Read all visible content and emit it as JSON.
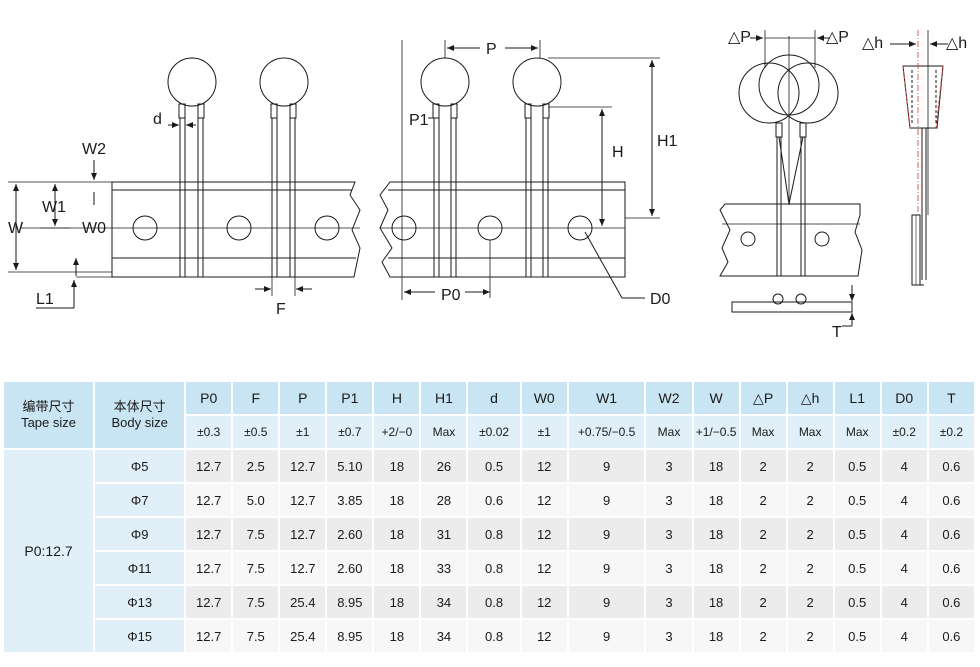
{
  "diagram_labels": {
    "d": "d",
    "W2": "W2",
    "W1": "W1",
    "W": "W",
    "W0": "W0",
    "L1": "L1",
    "F": "F",
    "P": "P",
    "P1": "P1",
    "H": "H",
    "H1": "H1",
    "P0": "P0",
    "D0": "D0",
    "deltaP": "△P",
    "deltah": "△h",
    "T": "T"
  },
  "table": {
    "tape_size_cn": "编带尺寸",
    "tape_size_en": "Tape size",
    "body_size_cn": "本体尺寸",
    "body_size_en": "Body size",
    "params": [
      {
        "name": "P0",
        "tol": "±0.3"
      },
      {
        "name": "F",
        "tol": "±0.5"
      },
      {
        "name": "P",
        "tol": "±1"
      },
      {
        "name": "P1",
        "tol": "±0.7"
      },
      {
        "name": "H",
        "tol": "+2/−0"
      },
      {
        "name": "H1",
        "tol": "Max"
      },
      {
        "name": "d",
        "tol": "±0.02"
      },
      {
        "name": "W0",
        "tol": "±1"
      },
      {
        "name": "W1",
        "tol": "+0.75/−0.5"
      },
      {
        "name": "W2",
        "tol": "Max"
      },
      {
        "name": "W",
        "tol": "+1/−0.5"
      },
      {
        "name": "△P",
        "tol": "Max"
      },
      {
        "name": "△h",
        "tol": "Max"
      },
      {
        "name": "L1",
        "tol": "Max"
      },
      {
        "name": "D0",
        "tol": "±0.2"
      },
      {
        "name": "T",
        "tol": "±0.2"
      }
    ],
    "tape_group": "P0:12.7",
    "rows": [
      {
        "body": "Φ5",
        "values": [
          "12.7",
          "2.5",
          "12.7",
          "5.10",
          "18",
          "26",
          "0.5",
          "12",
          "9",
          "3",
          "18",
          "2",
          "2",
          "0.5",
          "4",
          "0.6"
        ]
      },
      {
        "body": "Φ7",
        "values": [
          "12.7",
          "5.0",
          "12.7",
          "3.85",
          "18",
          "28",
          "0.6",
          "12",
          "9",
          "3",
          "18",
          "2",
          "2",
          "0.5",
          "4",
          "0.6"
        ]
      },
      {
        "body": "Φ9",
        "values": [
          "12.7",
          "7.5",
          "12.7",
          "2.60",
          "18",
          "31",
          "0.8",
          "12",
          "9",
          "3",
          "18",
          "2",
          "2",
          "0.5",
          "4",
          "0.6"
        ]
      },
      {
        "body": "Φ11",
        "values": [
          "12.7",
          "7.5",
          "12.7",
          "2.60",
          "18",
          "33",
          "0.8",
          "12",
          "9",
          "3",
          "18",
          "2",
          "2",
          "0.5",
          "4",
          "0.6"
        ]
      },
      {
        "body": "Φ13",
        "values": [
          "12.7",
          "7.5",
          "25.4",
          "8.95",
          "18",
          "34",
          "0.8",
          "12",
          "9",
          "3",
          "18",
          "2",
          "2",
          "0.5",
          "4",
          "0.6"
        ]
      },
      {
        "body": "Φ15",
        "values": [
          "12.7",
          "7.5",
          "25.4",
          "8.95",
          "18",
          "34",
          "0.8",
          "12",
          "9",
          "3",
          "18",
          "2",
          "2",
          "0.5",
          "4",
          "0.6"
        ]
      }
    ]
  },
  "colors": {
    "header_bg": "#c9e4f3",
    "tol_bg": "#e1f0f8",
    "row_odd": "#ececec",
    "row_even": "#f7f7f7",
    "dash_red": "#d0403a"
  }
}
